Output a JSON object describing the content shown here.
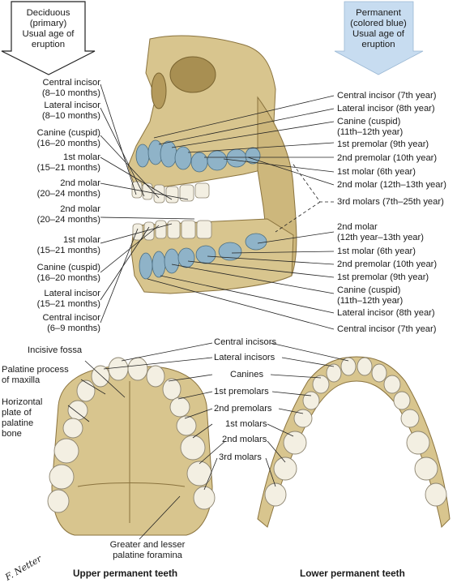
{
  "legend": {
    "deciduous": [
      "Deciduous",
      "(primary)",
      "Usual age of",
      "eruption"
    ],
    "permanent": [
      "Permanent",
      "(colored blue)",
      "Usual age of",
      "eruption"
    ]
  },
  "left_labels": [
    [
      "Central incisor",
      "(8–10 months)"
    ],
    [
      "Lateral incisor",
      "(8–10 months)"
    ],
    [
      "Canine (cuspid)",
      "(16–20 months)"
    ],
    [
      "1st molar",
      "(15–21 months)"
    ],
    [
      "2nd molar",
      "(20–24 months)"
    ],
    [
      "2nd molar",
      "(20–24 months)"
    ],
    [
      "1st molar",
      "(15–21 months)"
    ],
    [
      "Canine (cuspid)",
      "(16–20 months)"
    ],
    [
      "Lateral incisor",
      "(15–21 months)"
    ],
    [
      "Central incisor",
      "(6–9 months)"
    ]
  ],
  "right_labels": [
    [
      "Central incisor (7th year)"
    ],
    [
      "Lateral incisor (8th year)"
    ],
    [
      "Canine (cuspid)",
      "(11th–12th year)"
    ],
    [
      "1st premolar (9th year)"
    ],
    [
      "2nd premolar (10th year)"
    ],
    [
      "1st molar (6th year)"
    ],
    [
      "2nd molar (12th–13th year)"
    ],
    [
      "3rd molars (7th–25th year)"
    ],
    [
      "2nd molar",
      "(12th year–13th year)"
    ],
    [
      "1st molar (6th year)"
    ],
    [
      "2nd premolar (10th year)"
    ],
    [
      "1st premolar (9th year)"
    ],
    [
      "Canine (cuspid)",
      "(11th–12th year)"
    ],
    [
      "Lateral incisor (8th year)"
    ],
    [
      "Central incisor (7th year)"
    ]
  ],
  "arch_labels": {
    "central_incisors": "Central incisors",
    "lateral_incisors": "Lateral incisors",
    "canines": "Canines",
    "first_premolars": "1st premolars",
    "second_premolars": "2nd premolars",
    "first_molars": "1st molars",
    "second_molars": "2nd molars",
    "third_molars": "3rd molars"
  },
  "upper_labels": {
    "incisive_fossa": "Incisive fossa",
    "palatine_process": [
      "Palatine process",
      "of maxilla"
    ],
    "horizontal_plate": [
      "Horizontal",
      "plate of",
      "palatine",
      "bone"
    ],
    "foramina": [
      "Greater and lesser",
      "palatine foramina"
    ]
  },
  "captions": {
    "upper": "Upper permanent teeth",
    "lower": "Lower permanent teeth"
  },
  "signature": "F. Netter",
  "colors": {
    "bone": "#d8c58e",
    "bone_dark": "#a88f52",
    "tooth_deciduous": "#f3efe2",
    "tooth_permanent": "#8fb3c8",
    "arrow_fill": "#c7dcf0",
    "line": "#222222"
  }
}
